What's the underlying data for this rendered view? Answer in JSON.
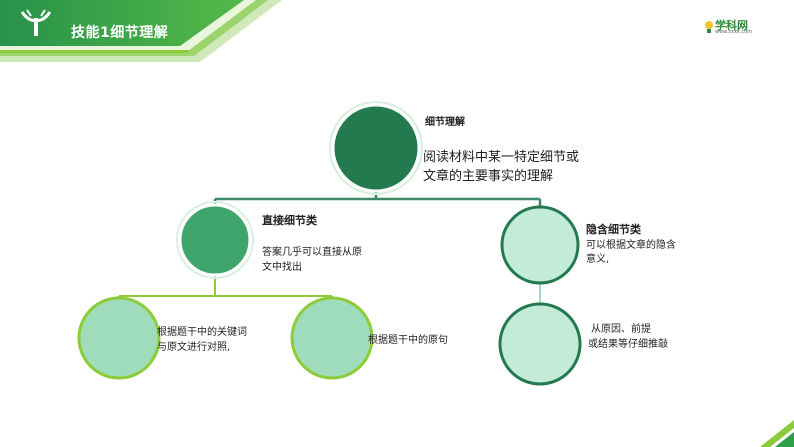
{
  "header": {
    "title": "技能1细节理解",
    "logo_text": "学科网",
    "logo_sub": "www.zxxk.com"
  },
  "root": {
    "title": "细节理解",
    "description": [
      "阅读材料中某一特定细节或",
      "文章的主要事实的理解"
    ]
  },
  "direct": {
    "title": "直接细节类",
    "description": [
      "答案几乎可以直接从原",
      "文中找出"
    ],
    "children": [
      {
        "label": [
          "根据题干中的关键词",
          "与原文进行对照,"
        ]
      },
      {
        "label": [
          "根据题干中的原句"
        ]
      }
    ]
  },
  "implicit": {
    "title": "隐含细节类",
    "description": [
      "可以根据文章的隐含",
      "意义,"
    ],
    "child": {
      "label": [
        "从原因、前提",
        "或结果等仔细推敲"
      ]
    }
  },
  "colors": {
    "dark_green": "#237a4e",
    "mid_green": "#3fa56c",
    "light_green": "#c2ecd7",
    "pale_green": "#9fdcbc",
    "banner_green": "#2f9e48",
    "lime": "#8ccc3a",
    "connector": "#3e8a68"
  }
}
